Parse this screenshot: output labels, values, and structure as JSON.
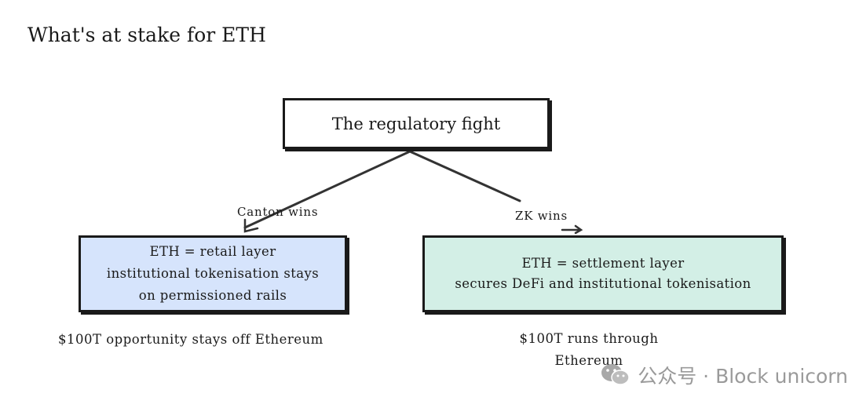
{
  "title": "What's at stake for ETH",
  "root": {
    "label": "The regulatory fight"
  },
  "branches": [
    {
      "label": "Canton wins",
      "box_lines": [
        "ETH = retail layer",
        "institutional tokenisation stays",
        "on permissioned rails"
      ],
      "outcome": "$100T opportunity stays off Ethereum",
      "color": "#d6e4fc"
    },
    {
      "label": "ZK wins",
      "box_lines": [
        "ETH = settlement layer",
        "secures DeFi and institutional tokenisation"
      ],
      "outcome": "$100T runs through Ethereum",
      "color": "#d3efe6"
    }
  ],
  "watermark": {
    "text": "公众号 · Block unicorn",
    "icon": "wechat-icon"
  }
}
